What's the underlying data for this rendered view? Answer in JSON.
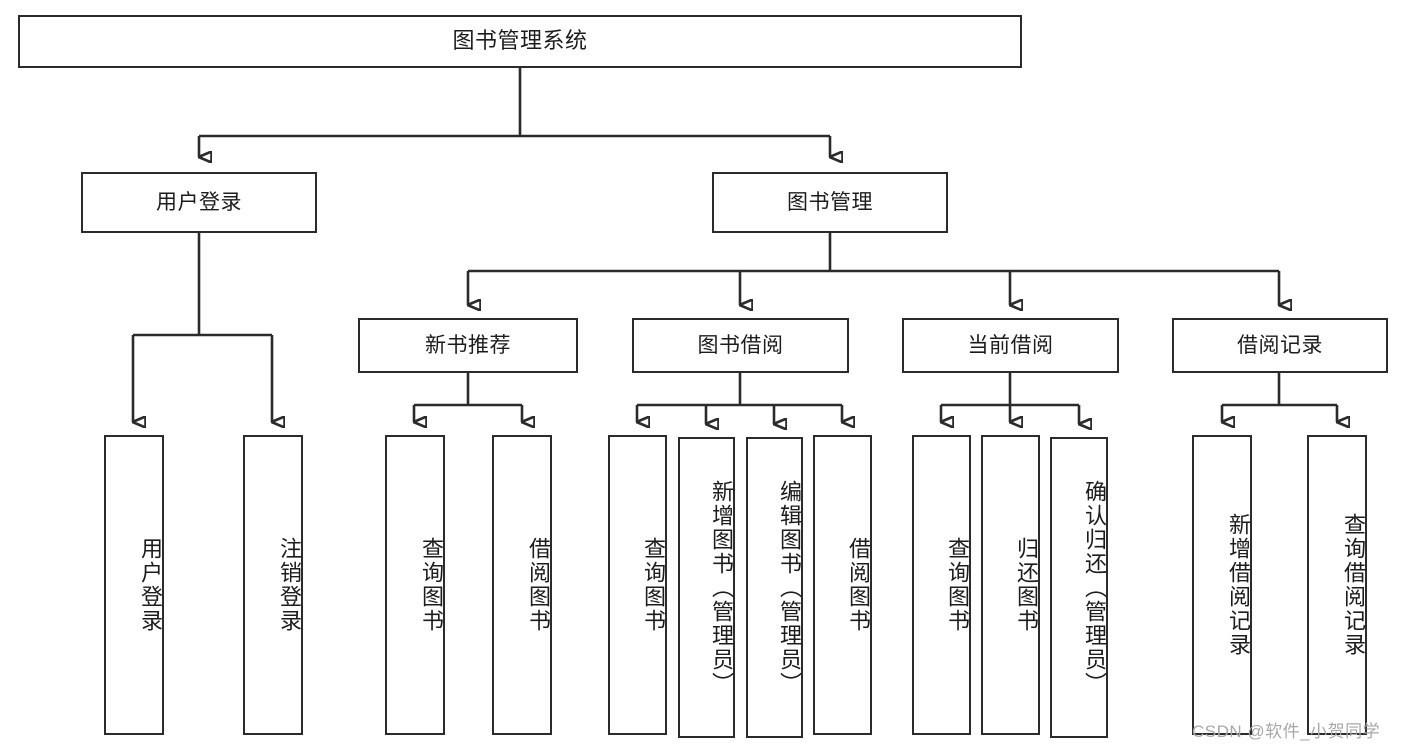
{
  "diagram": {
    "title": "图书管理系统",
    "root": {
      "label": "图书管理系统"
    },
    "level1": [
      {
        "label": "用户登录"
      },
      {
        "label": "图书管理"
      }
    ],
    "level2": [
      {
        "label": "新书推荐"
      },
      {
        "label": "图书借阅"
      },
      {
        "label": "当前借阅"
      },
      {
        "label": "借阅记录"
      }
    ],
    "leaves": {
      "user_login": [
        {
          "label": "用户登录"
        },
        {
          "label": "注销登录"
        }
      ],
      "new_book_recommend": [
        {
          "label": "查询图书"
        },
        {
          "label": "借阅图书"
        }
      ],
      "book_borrow": [
        {
          "label": "查询图书"
        },
        {
          "label": "新增图书（管理员）"
        },
        {
          "label": "编辑图书（管理员）"
        },
        {
          "label": "借阅图书"
        }
      ],
      "current_borrow": [
        {
          "label": "查询图书"
        },
        {
          "label": "归还图书"
        },
        {
          "label": "确认归还（管理员）"
        }
      ],
      "borrow_record": [
        {
          "label": "新增借阅记录"
        },
        {
          "label": "查询借阅记录"
        }
      ]
    }
  },
  "watermark": {
    "text": "CSDN @软件_小贺同学"
  },
  "colors": {
    "stroke": "#2b2b2b",
    "box_fill": "#ffffff",
    "text": "#1c1c1c",
    "watermark": "#a8a8a8",
    "background": "#ffffff"
  }
}
